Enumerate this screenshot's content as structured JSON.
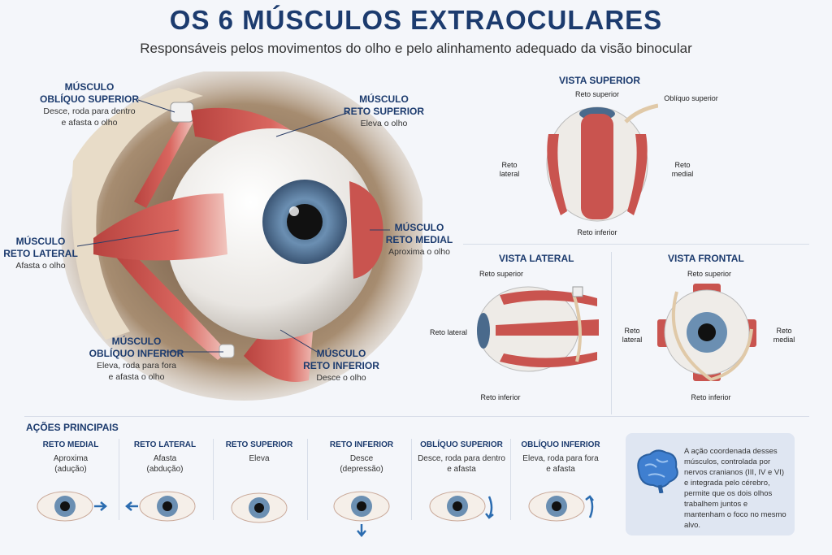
{
  "title": "OS 6 MÚSCULOS EXTRAOCULARES",
  "subtitle": "Responsáveis pelos movimentos do olho e pelo alinhamento adequado da visão binocular",
  "main_labels": {
    "obliquo_superior": {
      "h1": "MÚSCULO",
      "h2": "OBLÍQUO SUPERIOR",
      "d1": "Desce, roda para dentro",
      "d2": "e afasta o olho"
    },
    "reto_superior": {
      "h1": "MÚSCULO",
      "h2": "RETO SUPERIOR",
      "d1": "Eleva o olho"
    },
    "reto_lateral": {
      "h1": "MÚSCULO",
      "h2": "RETO LATERAL",
      "d1": "Afasta o olho"
    },
    "reto_medial": {
      "h1": "MÚSCULO",
      "h2": "RETO MEDIAL",
      "d1": "Aproxima o olho"
    },
    "obliquo_inferior": {
      "h1": "MÚSCULO",
      "h2": "OBLÍQUO INFERIOR",
      "d1": "Eleva, roda para fora",
      "d2": "e afasta o olho"
    },
    "reto_inferior": {
      "h1": "MÚSCULO",
      "h2": "RETO INFERIOR",
      "d1": "Desce o olho"
    }
  },
  "views": {
    "superior": {
      "title": "VISTA SUPERIOR",
      "reto_superior": "Reto superior",
      "obliquo_superior": "Oblíquo superior",
      "reto_lateral_1": "Reto",
      "reto_lateral_2": "lateral",
      "reto_medial_1": "Reto",
      "reto_medial_2": "medial",
      "reto_inferior": "Reto inferior"
    },
    "lateral": {
      "title": "VISTA LATERAL",
      "reto_superior": "Reto superior",
      "reto_lateral": "Reto lateral",
      "reto_inferior": "Reto inferior"
    },
    "frontal": {
      "title": "VISTA FRONTAL",
      "reto_superior": "Reto superior",
      "reto_lateral_1": "Reto",
      "reto_lateral_2": "lateral",
      "reto_medial_1": "Reto",
      "reto_medial_2": "medial",
      "reto_inferior": "Reto inferior"
    }
  },
  "actions": {
    "title": "AÇÕES PRINCIPAIS",
    "items": [
      {
        "name": "RETO MEDIAL",
        "d1": "Aproxima",
        "d2": "(adução)"
      },
      {
        "name": "RETO LATERAL",
        "d1": "Afasta",
        "d2": "(abdução)"
      },
      {
        "name": "RETO SUPERIOR",
        "d1": "Eleva",
        "d2": ""
      },
      {
        "name": "RETO INFERIOR",
        "d1": "Desce",
        "d2": "(depressão)"
      },
      {
        "name": "OBLÍQUO SUPERIOR",
        "d1": "Desce, roda para dentro",
        "d2": "e afasta"
      },
      {
        "name": "OBLÍQUO INFERIOR",
        "d1": "Eleva, roda para fora",
        "d2": "e afasta"
      }
    ]
  },
  "note": "A ação coordenada desses músculos, controlada por nervos cranianos (III, IV e VI) e integrada pelo cérebro, permite que os dois olhos trabalhem juntos e mantenham o foco no mesmo alvo.",
  "colors": {
    "title": "#1c3b6e",
    "muscle": "#c9544f",
    "muscle_light": "#e58a80",
    "iris": "#5a7d9e",
    "note_bg": "#dfe6f2",
    "arrow": "#2b6cb0"
  }
}
